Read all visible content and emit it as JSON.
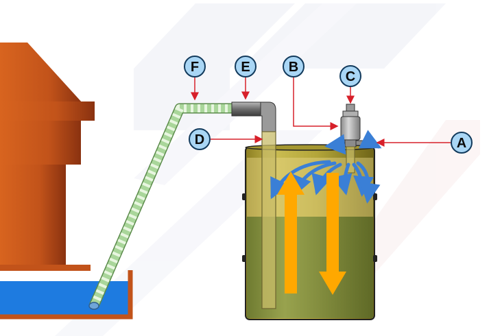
{
  "callouts": {
    "A": "A",
    "B": "B",
    "C": "C",
    "D": "D",
    "E": "E",
    "F": "F"
  },
  "colors": {
    "callout_fill": "#a9d6f5",
    "callout_stroke": "#123a5c",
    "pointer": "#d7202a",
    "machine": "#c2531a",
    "coolant_sump": "#1e7be0",
    "drum": "#b7a93a",
    "hose": "#a9d69a",
    "flow_arrow": "#ffa800",
    "spray": "#3a7fd6"
  }
}
